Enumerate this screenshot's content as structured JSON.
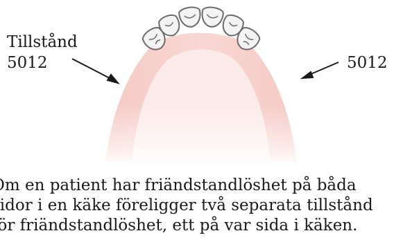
{
  "labels": {
    "left_title": "Tillstånd",
    "left_code": "5012",
    "right_code": "5012"
  },
  "caption": [
    "Om en patient har friändstandlöshet på båda",
    "sidor i en käke föreligger två separata tillstånd",
    "för friändstandlöshet, ett på var sida i käken."
  ],
  "colors": {
    "gum_outer": "#f7d6d2",
    "gum_inner": "#fbe9e6",
    "tooth_fill": "#f3f3f3",
    "tooth_stroke": "#6b6b6b",
    "arrow": "#1a1a1a"
  },
  "teeth_count": 6
}
